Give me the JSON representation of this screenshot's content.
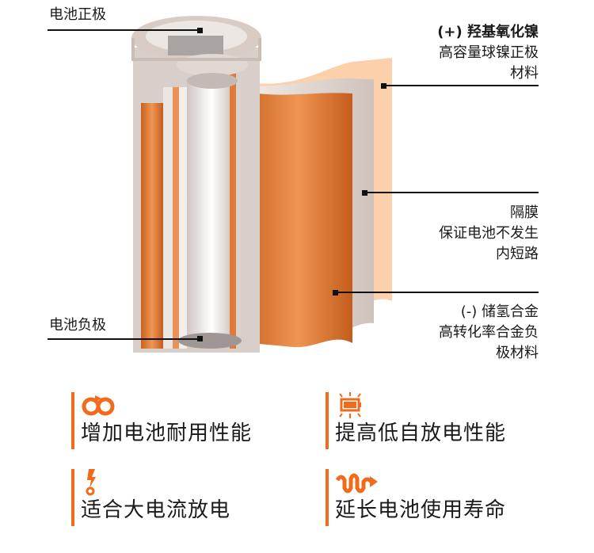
{
  "labels": {
    "positive_terminal": "电池正极",
    "negative_terminal": "电池负极",
    "cathode": {
      "title": "(+) 羟基氧化镍",
      "line1": "高容量球镍正极",
      "line2": "材料"
    },
    "separator": {
      "title": "隔膜",
      "line1": "保证电池不发生",
      "line2": "内短路"
    },
    "anode": {
      "title": "(-) 储氢合金",
      "line1": "高转化率合金负",
      "line2": "极材料"
    }
  },
  "features": [
    {
      "icon": "cycle-icon",
      "text": "增加电池耐用性能"
    },
    {
      "icon": "battery-glow-icon",
      "text": "提高低自放电性能"
    },
    {
      "icon": "lightning-icon",
      "text": "适合大电流放电"
    },
    {
      "icon": "wave-arrow-icon",
      "text": "延长电池使用寿命"
    }
  ],
  "colors": {
    "accent": "#f26b1d",
    "copper": "#e07a3a",
    "cathode_layer": "#f9c9a2",
    "separator_layer": "#e6dcd6"
  }
}
